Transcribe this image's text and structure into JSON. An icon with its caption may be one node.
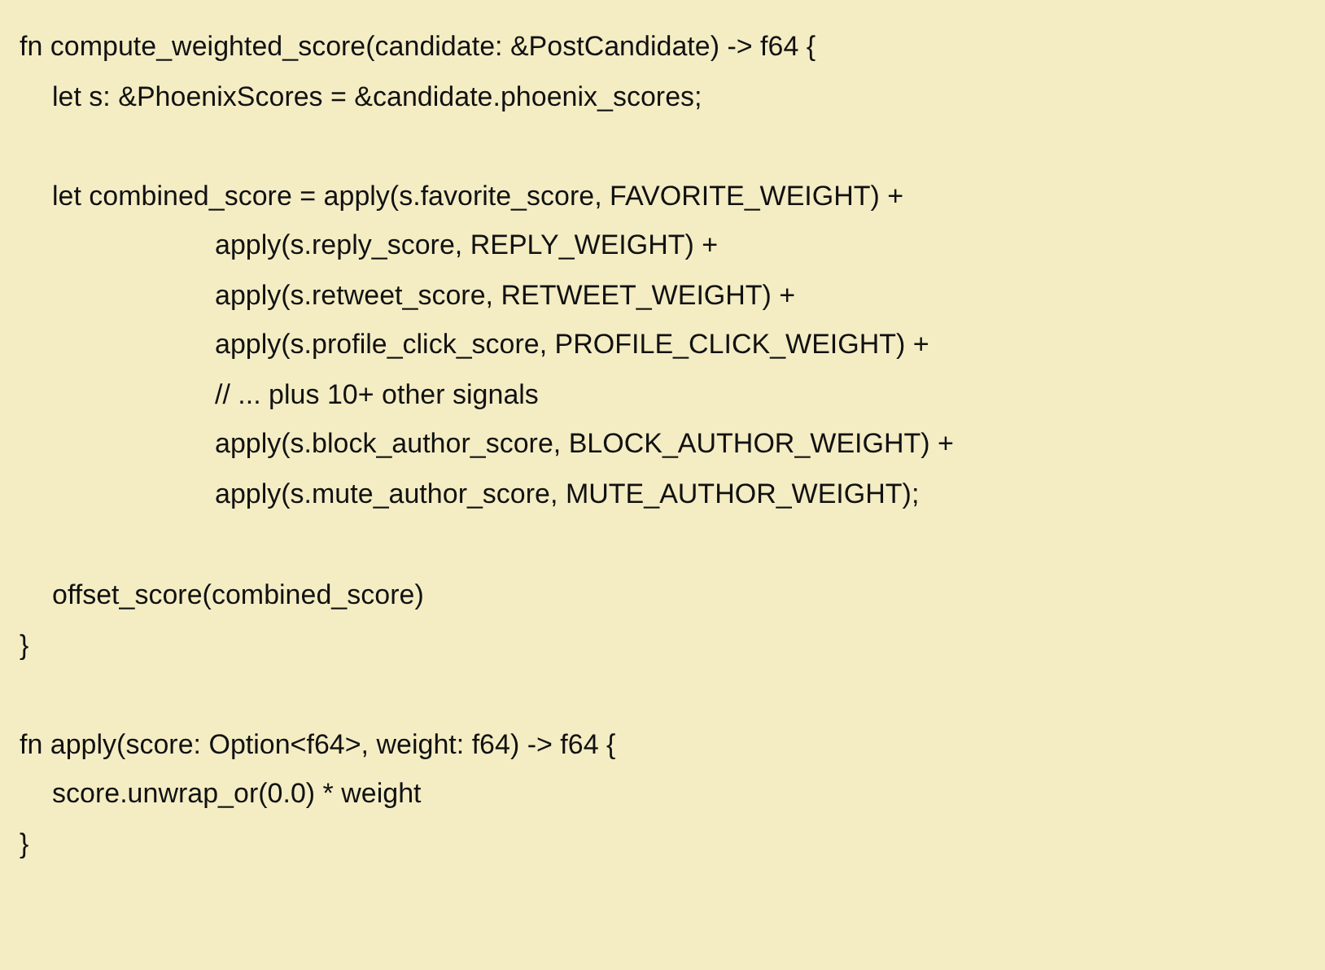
{
  "diagram": {
    "labels": [
      "fn compute_weighted_score(candidate: &PostCandidate) -> f64 {",
      "let s: &PhoenixScores = &candidate.phoenix_scores;",
      "let combined_score = apply(s.favorite_score, FAVORITE_WEIGHT) +",
      "apply(s.reply_score, REPLY_WEIGHT) +",
      "apply(s.retweet_score, RETWEET_WEIGHT) +",
      "apply(s.profile_click_score, PROFILE_CLICK_WEIGHT) +",
      "// ... plus 10+ other signals",
      "apply(s.block_author_score, BLOCK_AUTHOR_WEIGHT) +",
      "apply(s.mute_author_score, MUTE_AUTHOR_WEIGHT);",
      "offset_score(combined_score)",
      "}",
      "fn apply(score: Option<f64>, weight: f64) -> f64 {",
      "score.unwrap_or(0.0) * weight",
      "}"
    ]
  }
}
